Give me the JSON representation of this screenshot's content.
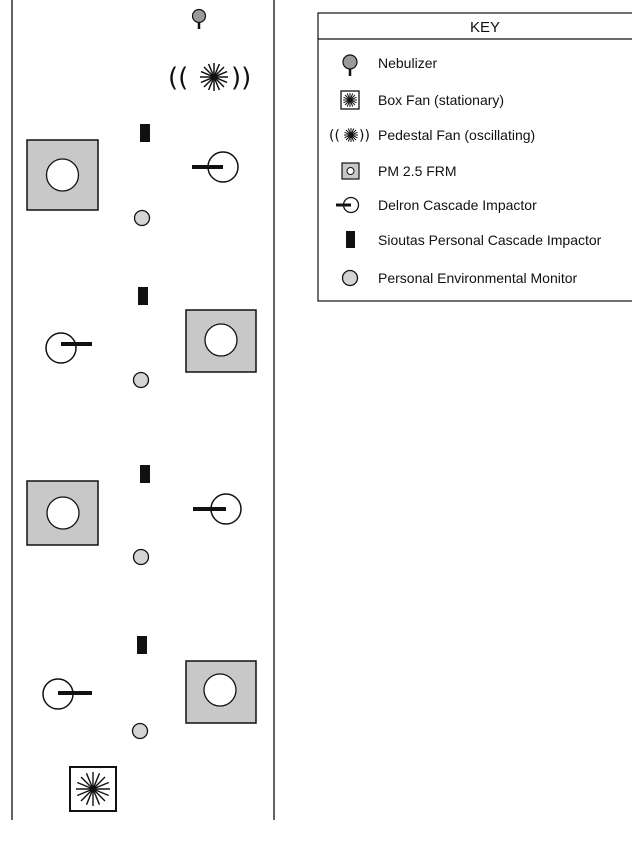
{
  "key": {
    "title": "KEY",
    "items": [
      {
        "icon": "nebulizer-icon",
        "label": "Nebulizer"
      },
      {
        "icon": "box-fan-icon",
        "label": "Box Fan (stationary)"
      },
      {
        "icon": "pedestal-fan-icon",
        "label": "Pedestal Fan (oscillating)"
      },
      {
        "icon": "pm25-frm-icon",
        "label": "PM 2.5 FRM"
      },
      {
        "icon": "delron-impactor-icon",
        "label": "Delron Cascade Impactor"
      },
      {
        "icon": "sioutas-impactor-icon",
        "label": "Sioutas Personal Cascade Impactor"
      },
      {
        "icon": "pem-icon",
        "label": "Personal Environmental Monitor"
      }
    ]
  },
  "colors": {
    "frm_fill": "#c8c8c8",
    "pem_fill": "#d4d4d4",
    "nebulizer_fill": "#9a9a9a",
    "line": "#111111"
  }
}
